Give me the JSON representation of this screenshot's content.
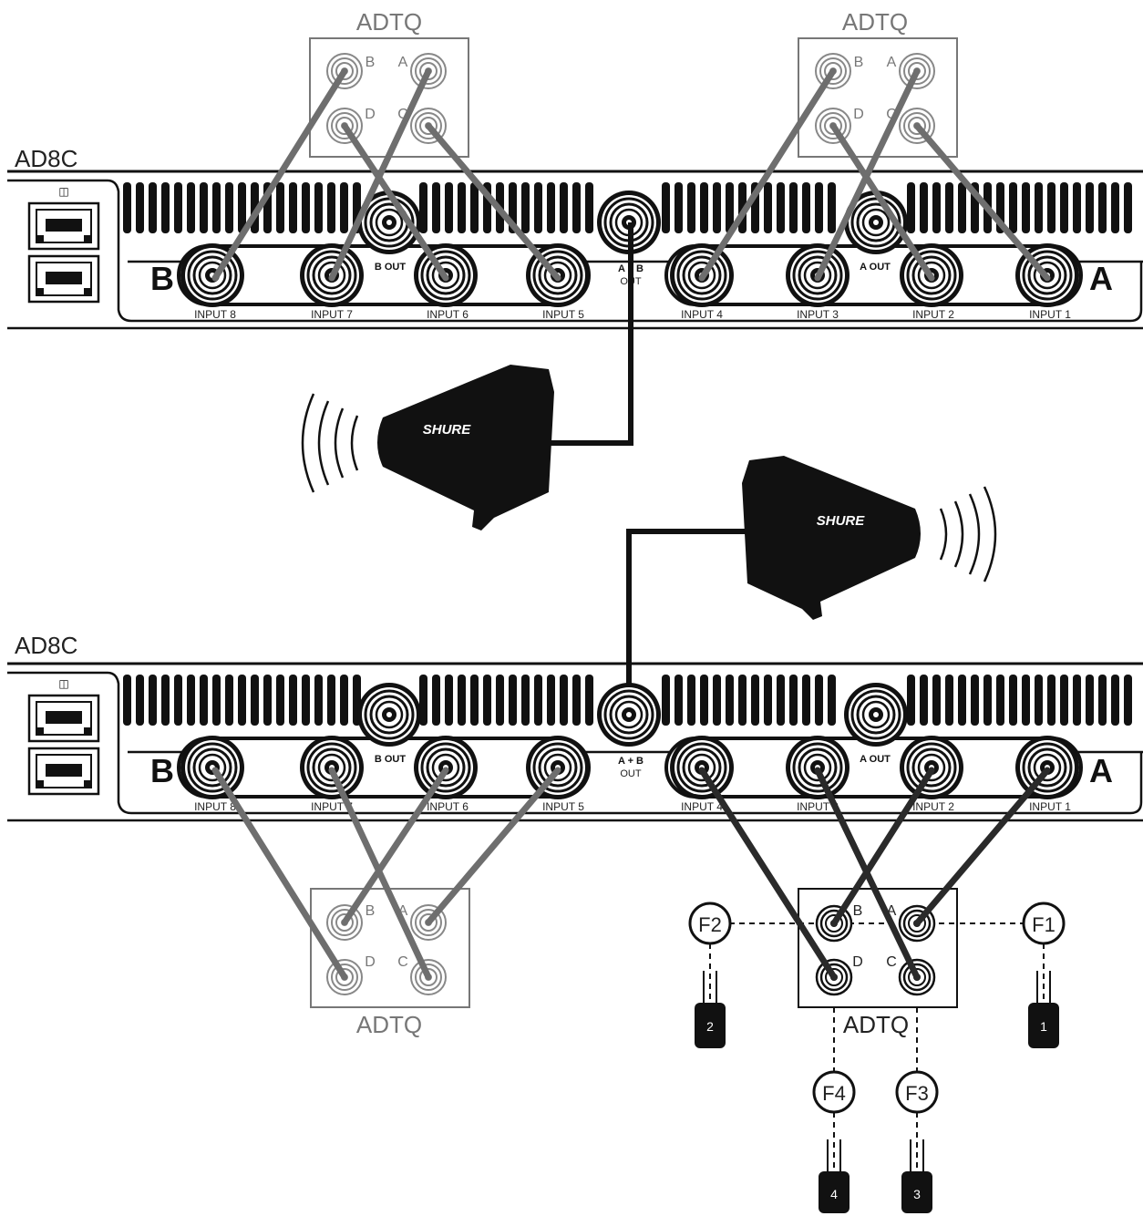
{
  "units": [
    {
      "label": "AD8C",
      "side_b_label": "B",
      "side_a_label": "A",
      "b_out_label": "B OUT",
      "a_out_label": "A OUT",
      "ab_out_label_1": "A + B",
      "ab_out_label_2": "OUT",
      "inputs": [
        "INPUT 8",
        "INPUT 7",
        "INPUT 6",
        "INPUT 5",
        "INPUT 4",
        "INPUT 3",
        "INPUT 2",
        "INPUT 1"
      ]
    },
    {
      "label": "AD8C",
      "side_b_label": "B",
      "side_a_label": "A",
      "b_out_label": "B OUT",
      "a_out_label": "A OUT",
      "ab_out_label_1": "A + B",
      "ab_out_label_2": "OUT",
      "inputs": [
        "INPUT 8",
        "INPUT 7",
        "INPUT 6",
        "INPUT 5",
        "INPUT 4",
        "INPUT 3",
        "INPUT 2",
        "INPUT 1"
      ]
    }
  ],
  "adtq": {
    "label": "ADTQ",
    "ports": [
      "A",
      "B",
      "C",
      "D"
    ]
  },
  "antenna_brand": "SHURE",
  "feeds": [
    "F1",
    "F2",
    "F3",
    "F4"
  ],
  "tags": [
    "1",
    "2",
    "3",
    "4"
  ],
  "colors": {
    "cable_gray": "#6e6e6e",
    "cable_dark": "#2a2a2a",
    "panel_black": "#111111"
  }
}
